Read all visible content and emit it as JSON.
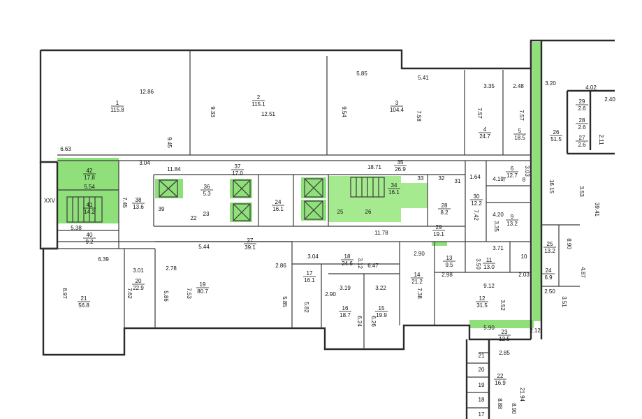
{
  "colors": {
    "highlight": "#8fe07a",
    "wall": "#2a2a2a",
    "background": "#ffffff"
  },
  "axis_label": "XXV",
  "rooms": [
    {
      "no": "1",
      "area": "115.8"
    },
    {
      "no": "2",
      "area": "115.1"
    },
    {
      "no": "3",
      "area": "104.4"
    },
    {
      "no": "4",
      "area": "24.7"
    },
    {
      "no": "5",
      "area": "18.5"
    },
    {
      "no": "6",
      "area": "12.7"
    },
    {
      "no": "9",
      "area": "13.2"
    },
    {
      "no": "26",
      "area": "51.5"
    },
    {
      "no": "29",
      "area": "2.6"
    },
    {
      "no": "28",
      "area": "2.6"
    },
    {
      "no": "27",
      "area": "2.6"
    },
    {
      "no": "42",
      "area": "17.8"
    },
    {
      "no": "41",
      "area": "14.2"
    },
    {
      "no": "40",
      "area": "9.2"
    },
    {
      "no": "38",
      "area": "13.6"
    },
    {
      "no": "37",
      "area": "17.0"
    },
    {
      "no": "36",
      "area": "5.3"
    },
    {
      "no": "24",
      "area": "16.1"
    },
    {
      "no": "35",
      "area": "26.9"
    },
    {
      "no": "34",
      "area": "16.1"
    },
    {
      "no": "30",
      "area": "12.2"
    },
    {
      "no": "28",
      "area": "8.2"
    },
    {
      "no": "29",
      "area": "19.1"
    },
    {
      "no": "27",
      "area": "39.1"
    },
    {
      "no": "21",
      "area": "56.8"
    },
    {
      "no": "20",
      "area": "22.9"
    },
    {
      "no": "19",
      "area": "80.7"
    },
    {
      "no": "18",
      "area": "24.6"
    },
    {
      "no": "17",
      "area": "16.1"
    },
    {
      "no": "16",
      "area": "18.7"
    },
    {
      "no": "15",
      "area": "19.9"
    },
    {
      "no": "14",
      "area": "21.2"
    },
    {
      "no": "13",
      "area": "9.5"
    },
    {
      "no": "11",
      "area": "13.0"
    },
    {
      "no": "12",
      "area": "31.5"
    },
    {
      "no": "25",
      "area": "13.2"
    },
    {
      "no": "24",
      "area": "6.9"
    },
    {
      "no": "23",
      "area": "12.5"
    },
    {
      "no": "22",
      "area": "16.9"
    }
  ],
  "plain_numbers": [
    "7",
    "8",
    "10",
    "22",
    "23",
    "25",
    "26",
    "31",
    "32",
    "33",
    "39",
    "21",
    "20",
    "19",
    "18",
    "17"
  ],
  "dimensions": [
    "12.86",
    "9.33",
    "12.51",
    "5.85",
    "5.41",
    "9.54",
    "7.58",
    "9.45",
    "3.35",
    "2.48",
    "7.57",
    "7.57",
    "3.20",
    "4.02",
    "2.40",
    "2.11",
    "6.63",
    "3.04",
    "11.84",
    "18.71",
    "1.64",
    "4.19",
    "3.03",
    "16.15",
    "3.53",
    "39.41",
    "5.54",
    "7.45",
    "4.20",
    "3.35",
    "7.42",
    "11.78",
    "5.38",
    "8.90",
    "4.87",
    "5.44",
    "2.78",
    "2.86",
    "3.04",
    "3.12",
    "6.47",
    "2.90",
    "3.71",
    "3.50",
    "2.03",
    "6.39",
    "3.01",
    "8.97",
    "7.62",
    "5.86",
    "7.53",
    "5.85",
    "5.82",
    "2.90",
    "3.19",
    "3.22",
    "6.24",
    "6.26",
    "7.38",
    "2.98",
    "9.12",
    "3.52",
    "2.50",
    "3.51",
    "5.90",
    "2.12",
    "2.85",
    "8.88",
    "8.90",
    "21.94"
  ]
}
